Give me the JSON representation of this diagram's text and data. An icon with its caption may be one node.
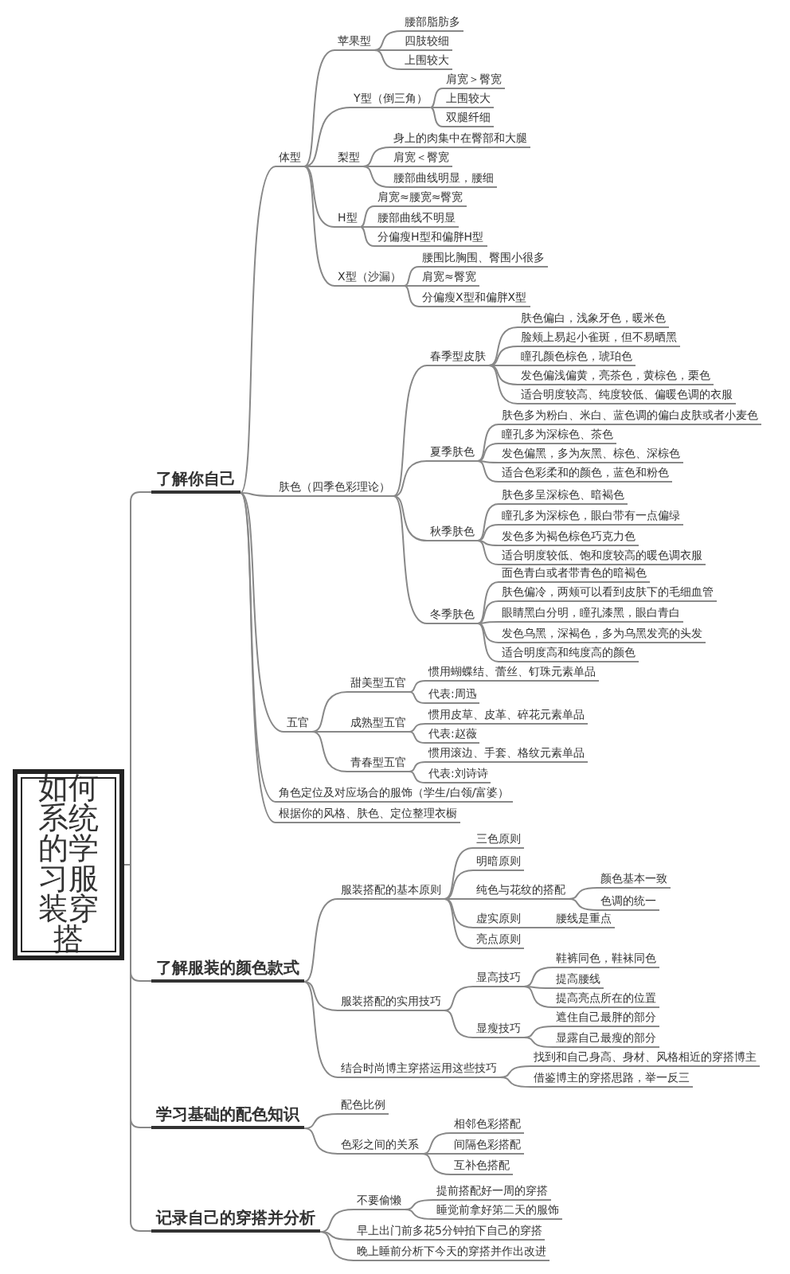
{
  "diagram": {
    "nodes": [
      {
        "text": [
          "如何系统的学习服装穿搭"
        ]
      },
      {
        "text": [
          "了解你自己"
        ]
      },
      {
        "text": [
          "体型"
        ]
      },
      {
        "text": [
          "苹果型"
        ]
      },
      {
        "text": [
          "腰部脂肪多"
        ]
      },
      {
        "text": [
          "四肢较细"
        ]
      },
      {
        "text": [
          "上围较大"
        ]
      },
      {
        "text": [
          "Y型（倒三角）"
        ]
      },
      {
        "text": [
          "肩宽＞臀宽"
        ]
      },
      {
        "text": [
          "上围较大"
        ]
      },
      {
        "text": [
          "双腿纤细"
        ]
      },
      {
        "text": [
          "梨型"
        ]
      },
      {
        "text": [
          "身上的肉集中在臀部和大腿"
        ]
      },
      {
        "text": [
          "肩宽＜臀宽"
        ]
      },
      {
        "text": [
          "腰部曲线明显，腰细"
        ]
      },
      {
        "text": [
          "H型"
        ]
      },
      {
        "text": [
          "肩宽≈腰宽≈臀宽"
        ]
      },
      {
        "text": [
          "腰部曲线不明显"
        ]
      },
      {
        "text": [
          "分偏瘦H型和偏胖H型"
        ]
      },
      {
        "text": [
          "X型（沙漏）"
        ]
      },
      {
        "text": [
          "腰围比胸围、臀围小很多"
        ]
      },
      {
        "text": [
          "肩宽≈臀宽"
        ]
      },
      {
        "text": [
          "分偏瘦X型和偏胖X型"
        ]
      },
      {
        "text": [
          "肤色（四季色彩理论）"
        ]
      },
      {
        "text": [
          "春季型皮肤"
        ]
      },
      {
        "text": [
          "肤色偏白，浅象牙色，暖米色"
        ]
      },
      {
        "text": [
          "脸颊上易起小雀斑，但不易晒黑"
        ]
      },
      {
        "text": [
          "瞳孔颜色棕色，琥珀色"
        ]
      },
      {
        "text": [
          "发色偏浅偏黄，亮茶色，黄棕色，栗色"
        ]
      },
      {
        "text": [
          "适合明度较高、纯度较低、偏暖色调的衣服"
        ]
      },
      {
        "text": [
          "夏季肤色"
        ]
      },
      {
        "text": [
          "肤色多为粉白、米白、蓝色调的偏白皮肤或者小麦色"
        ]
      },
      {
        "text": [
          "瞳孔多为深棕色、茶色"
        ]
      },
      {
        "text": [
          "发色偏黑，多为灰黑、棕色、深棕色"
        ]
      },
      {
        "text": [
          "适合色彩柔和的颜色，蓝色和粉色"
        ]
      },
      {
        "text": [
          "秋季肤色"
        ]
      },
      {
        "text": [
          "肤色多呈深棕色、暗褐色"
        ]
      },
      {
        "text": [
          "瞳孔多为深棕色，眼白带有一点偏绿"
        ]
      },
      {
        "text": [
          "发色多为褐色棕色巧克力色"
        ]
      },
      {
        "text": [
          "适合明度较低、饱和度较高的暖色调衣服"
        ]
      },
      {
        "text": [
          "冬季肤色"
        ]
      },
      {
        "text": [
          "面色青白或者带青色的暗褐色"
        ]
      },
      {
        "text": [
          "肤色偏冷，两颊可以看到皮肤下的毛细血管"
        ]
      },
      {
        "text": [
          "眼睛黑白分明，瞳孔漆黑，眼白青白"
        ]
      },
      {
        "text": [
          "发色乌黑，深褐色，多为乌黑发亮的头发"
        ]
      },
      {
        "text": [
          "适合明度高和纯度高的颜色"
        ]
      },
      {
        "text": [
          "五官"
        ]
      },
      {
        "text": [
          "甜美型五官"
        ]
      },
      {
        "text": [
          "惯用蝴蝶结、蕾丝、钉珠元素单品"
        ]
      },
      {
        "text": [
          "代表:周迅"
        ]
      },
      {
        "text": [
          "成熟型五官"
        ]
      },
      {
        "text": [
          "惯用皮草、皮革、碎花元素单品"
        ]
      },
      {
        "text": [
          "代表:赵薇"
        ]
      },
      {
        "text": [
          "青春型五官"
        ]
      },
      {
        "text": [
          "惯用滚边、手套、格纹元素单品"
        ]
      },
      {
        "text": [
          "代表:刘诗诗"
        ]
      },
      {
        "text": [
          "角色定位及对应场合的服饰（学生/白领/富婆）"
        ]
      },
      {
        "text": [
          "根据你的风格、肤色、定位整理衣橱"
        ]
      },
      {
        "text": [
          "了解服装的颜色款式"
        ]
      },
      {
        "text": [
          "服装搭配的基本原则"
        ]
      },
      {
        "text": [
          "三色原则"
        ]
      },
      {
        "text": [
          "明暗原则"
        ]
      },
      {
        "text": [
          "纯色与花纹的搭配"
        ]
      },
      {
        "text": [
          "颜色基本一致"
        ]
      },
      {
        "text": [
          "色调的统一"
        ]
      },
      {
        "text": [
          "虚实原则"
        ]
      },
      {
        "text": [
          "腰线是重点"
        ]
      },
      {
        "text": [
          "亮点原则"
        ]
      },
      {
        "text": [
          "服装搭配的实用技巧"
        ]
      },
      {
        "text": [
          "显高技巧"
        ]
      },
      {
        "text": [
          "鞋裤同色，鞋袜同色"
        ]
      },
      {
        "text": [
          "提高腰线"
        ]
      },
      {
        "text": [
          "提高亮点所在的位置"
        ]
      },
      {
        "text": [
          "显瘦技巧"
        ]
      },
      {
        "text": [
          "遮住自己最胖的部分"
        ]
      },
      {
        "text": [
          "显露自己最瘦的部分"
        ]
      },
      {
        "text": [
          "结合时尚博主穿搭运用这些技巧"
        ]
      },
      {
        "text": [
          "找到和自己身高、身材、风格相近的穿搭博主"
        ]
      },
      {
        "text": [
          "借鉴博主的穿搭思路，举一反三"
        ]
      },
      {
        "text": [
          "学习基础的配色知识"
        ]
      },
      {
        "text": [
          "配色比例"
        ]
      },
      {
        "text": [
          "色彩之间的关系"
        ]
      },
      {
        "text": [
          "相邻色彩搭配"
        ]
      },
      {
        "text": [
          "间隔色彩搭配"
        ]
      },
      {
        "text": [
          "互补色搭配"
        ]
      },
      {
        "text": [
          "记录自己的穿搭并分析"
        ]
      },
      {
        "text": [
          "不要偷懒"
        ]
      },
      {
        "text": [
          "提前搭配好一周的穿搭"
        ]
      },
      {
        "text": [
          "睡觉前拿好第二天的服饰"
        ]
      },
      {
        "text": [
          "早上出门前多花5分钟拍下自己的穿搭"
        ]
      },
      {
        "text": [
          "晚上睡前分析下今天的穿搭并作出改进"
        ]
      }
    ],
    "edges": [
      {
        "from": 0,
        "to": 1,
        "arrow": "none"
      },
      {
        "from": 1,
        "to": 2,
        "arrow": "none"
      },
      {
        "from": 2,
        "to": 3,
        "arrow": "none"
      },
      {
        "from": 3,
        "to": 4,
        "arrow": "none"
      },
      {
        "from": 3,
        "to": 5,
        "arrow": "none"
      },
      {
        "from": 3,
        "to": 6,
        "arrow": "none"
      },
      {
        "from": 2,
        "to": 7,
        "arrow": "none"
      },
      {
        "from": 7,
        "to": 8,
        "arrow": "none"
      },
      {
        "from": 7,
        "to": 9,
        "arrow": "none"
      },
      {
        "from": 7,
        "to": 10,
        "arrow": "none"
      },
      {
        "from": 2,
        "to": 11,
        "arrow": "none"
      },
      {
        "from": 11,
        "to": 12,
        "arrow": "none"
      },
      {
        "from": 11,
        "to": 13,
        "arrow": "none"
      },
      {
        "from": 11,
        "to": 14,
        "arrow": "none"
      },
      {
        "from": 2,
        "to": 15,
        "arrow": "none"
      },
      {
        "from": 15,
        "to": 16,
        "arrow": "none"
      },
      {
        "from": 15,
        "to": 17,
        "arrow": "none"
      },
      {
        "from": 15,
        "to": 18,
        "arrow": "none"
      },
      {
        "from": 2,
        "to": 19,
        "arrow": "none"
      },
      {
        "from": 19,
        "to": 20,
        "arrow": "none"
      },
      {
        "from": 19,
        "to": 21,
        "arrow": "none"
      },
      {
        "from": 19,
        "to": 22,
        "arrow": "none"
      },
      {
        "from": 1,
        "to": 23,
        "arrow": "none"
      },
      {
        "from": 23,
        "to": 24,
        "arrow": "none"
      },
      {
        "from": 24,
        "to": 25,
        "arrow": "none"
      },
      {
        "from": 24,
        "to": 26,
        "arrow": "none"
      },
      {
        "from": 24,
        "to": 27,
        "arrow": "none"
      },
      {
        "from": 24,
        "to": 28,
        "arrow": "none"
      },
      {
        "from": 24,
        "to": 29,
        "arrow": "none"
      },
      {
        "from": 23,
        "to": 30,
        "arrow": "none"
      },
      {
        "from": 30,
        "to": 31,
        "arrow": "none"
      },
      {
        "from": 30,
        "to": 32,
        "arrow": "none"
      },
      {
        "from": 30,
        "to": 33,
        "arrow": "none"
      },
      {
        "from": 30,
        "to": 34,
        "arrow": "none"
      },
      {
        "from": 23,
        "to": 35,
        "arrow": "none"
      },
      {
        "from": 35,
        "to": 36,
        "arrow": "none"
      },
      {
        "from": 35,
        "to": 37,
        "arrow": "none"
      },
      {
        "from": 35,
        "to": 38,
        "arrow": "none"
      },
      {
        "from": 35,
        "to": 39,
        "arrow": "none"
      },
      {
        "from": 23,
        "to": 40,
        "arrow": "none"
      },
      {
        "from": 40,
        "to": 41,
        "arrow": "none"
      },
      {
        "from": 40,
        "to": 42,
        "arrow": "none"
      },
      {
        "from": 40,
        "to": 43,
        "arrow": "none"
      },
      {
        "from": 40,
        "to": 44,
        "arrow": "none"
      },
      {
        "from": 40,
        "to": 45,
        "arrow": "none"
      },
      {
        "from": 1,
        "to": 46,
        "arrow": "none"
      },
      {
        "from": 46,
        "to": 47,
        "arrow": "none"
      },
      {
        "from": 47,
        "to": 48,
        "arrow": "none"
      },
      {
        "from": 47,
        "to": 49,
        "arrow": "none"
      },
      {
        "from": 46,
        "to": 50,
        "arrow": "none"
      },
      {
        "from": 50,
        "to": 51,
        "arrow": "none"
      },
      {
        "from": 50,
        "to": 52,
        "arrow": "none"
      },
      {
        "from": 46,
        "to": 53,
        "arrow": "none"
      },
      {
        "from": 53,
        "to": 54,
        "arrow": "none"
      },
      {
        "from": 53,
        "to": 55,
        "arrow": "none"
      },
      {
        "from": 1,
        "to": 56,
        "arrow": "none"
      },
      {
        "from": 1,
        "to": 57,
        "arrow": "none"
      },
      {
        "from": 0,
        "to": 58,
        "arrow": "none"
      },
      {
        "from": 58,
        "to": 59,
        "arrow": "none"
      },
      {
        "from": 59,
        "to": 60,
        "arrow": "none"
      },
      {
        "from": 59,
        "to": 61,
        "arrow": "none"
      },
      {
        "from": 59,
        "to": 62,
        "arrow": "none"
      },
      {
        "from": 62,
        "to": 63,
        "arrow": "none"
      },
      {
        "from": 62,
        "to": 64,
        "arrow": "none"
      },
      {
        "from": 59,
        "to": 65,
        "arrow": "none"
      },
      {
        "from": 65,
        "to": 66,
        "arrow": "none"
      },
      {
        "from": 59,
        "to": 67,
        "arrow": "none"
      },
      {
        "from": 58,
        "to": 68,
        "arrow": "none"
      },
      {
        "from": 68,
        "to": 69,
        "arrow": "none"
      },
      {
        "from": 69,
        "to": 70,
        "arrow": "none"
      },
      {
        "from": 69,
        "to": 71,
        "arrow": "none"
      },
      {
        "from": 69,
        "to": 72,
        "arrow": "none"
      },
      {
        "from": 68,
        "to": 73,
        "arrow": "none"
      },
      {
        "from": 73,
        "to": 74,
        "arrow": "none"
      },
      {
        "from": 73,
        "to": 75,
        "arrow": "none"
      },
      {
        "from": 58,
        "to": 76,
        "arrow": "none"
      },
      {
        "from": 76,
        "to": 77,
        "arrow": "none"
      },
      {
        "from": 76,
        "to": 78,
        "arrow": "none"
      },
      {
        "from": 0,
        "to": 79,
        "arrow": "none"
      },
      {
        "from": 79,
        "to": 80,
        "arrow": "none"
      },
      {
        "from": 79,
        "to": 81,
        "arrow": "none"
      },
      {
        "from": 81,
        "to": 82,
        "arrow": "none"
      },
      {
        "from": 81,
        "to": 83,
        "arrow": "none"
      },
      {
        "from": 81,
        "to": 84,
        "arrow": "none"
      },
      {
        "from": 0,
        "to": 85,
        "arrow": "none"
      },
      {
        "from": 85,
        "to": 86,
        "arrow": "none"
      },
      {
        "from": 86,
        "to": 87,
        "arrow": "none"
      },
      {
        "from": 86,
        "to": 88,
        "arrow": "none"
      },
      {
        "from": 85,
        "to": 89,
        "arrow": "none"
      },
      {
        "from": 85,
        "to": 90,
        "arrow": "none"
      }
    ]
  }
}
